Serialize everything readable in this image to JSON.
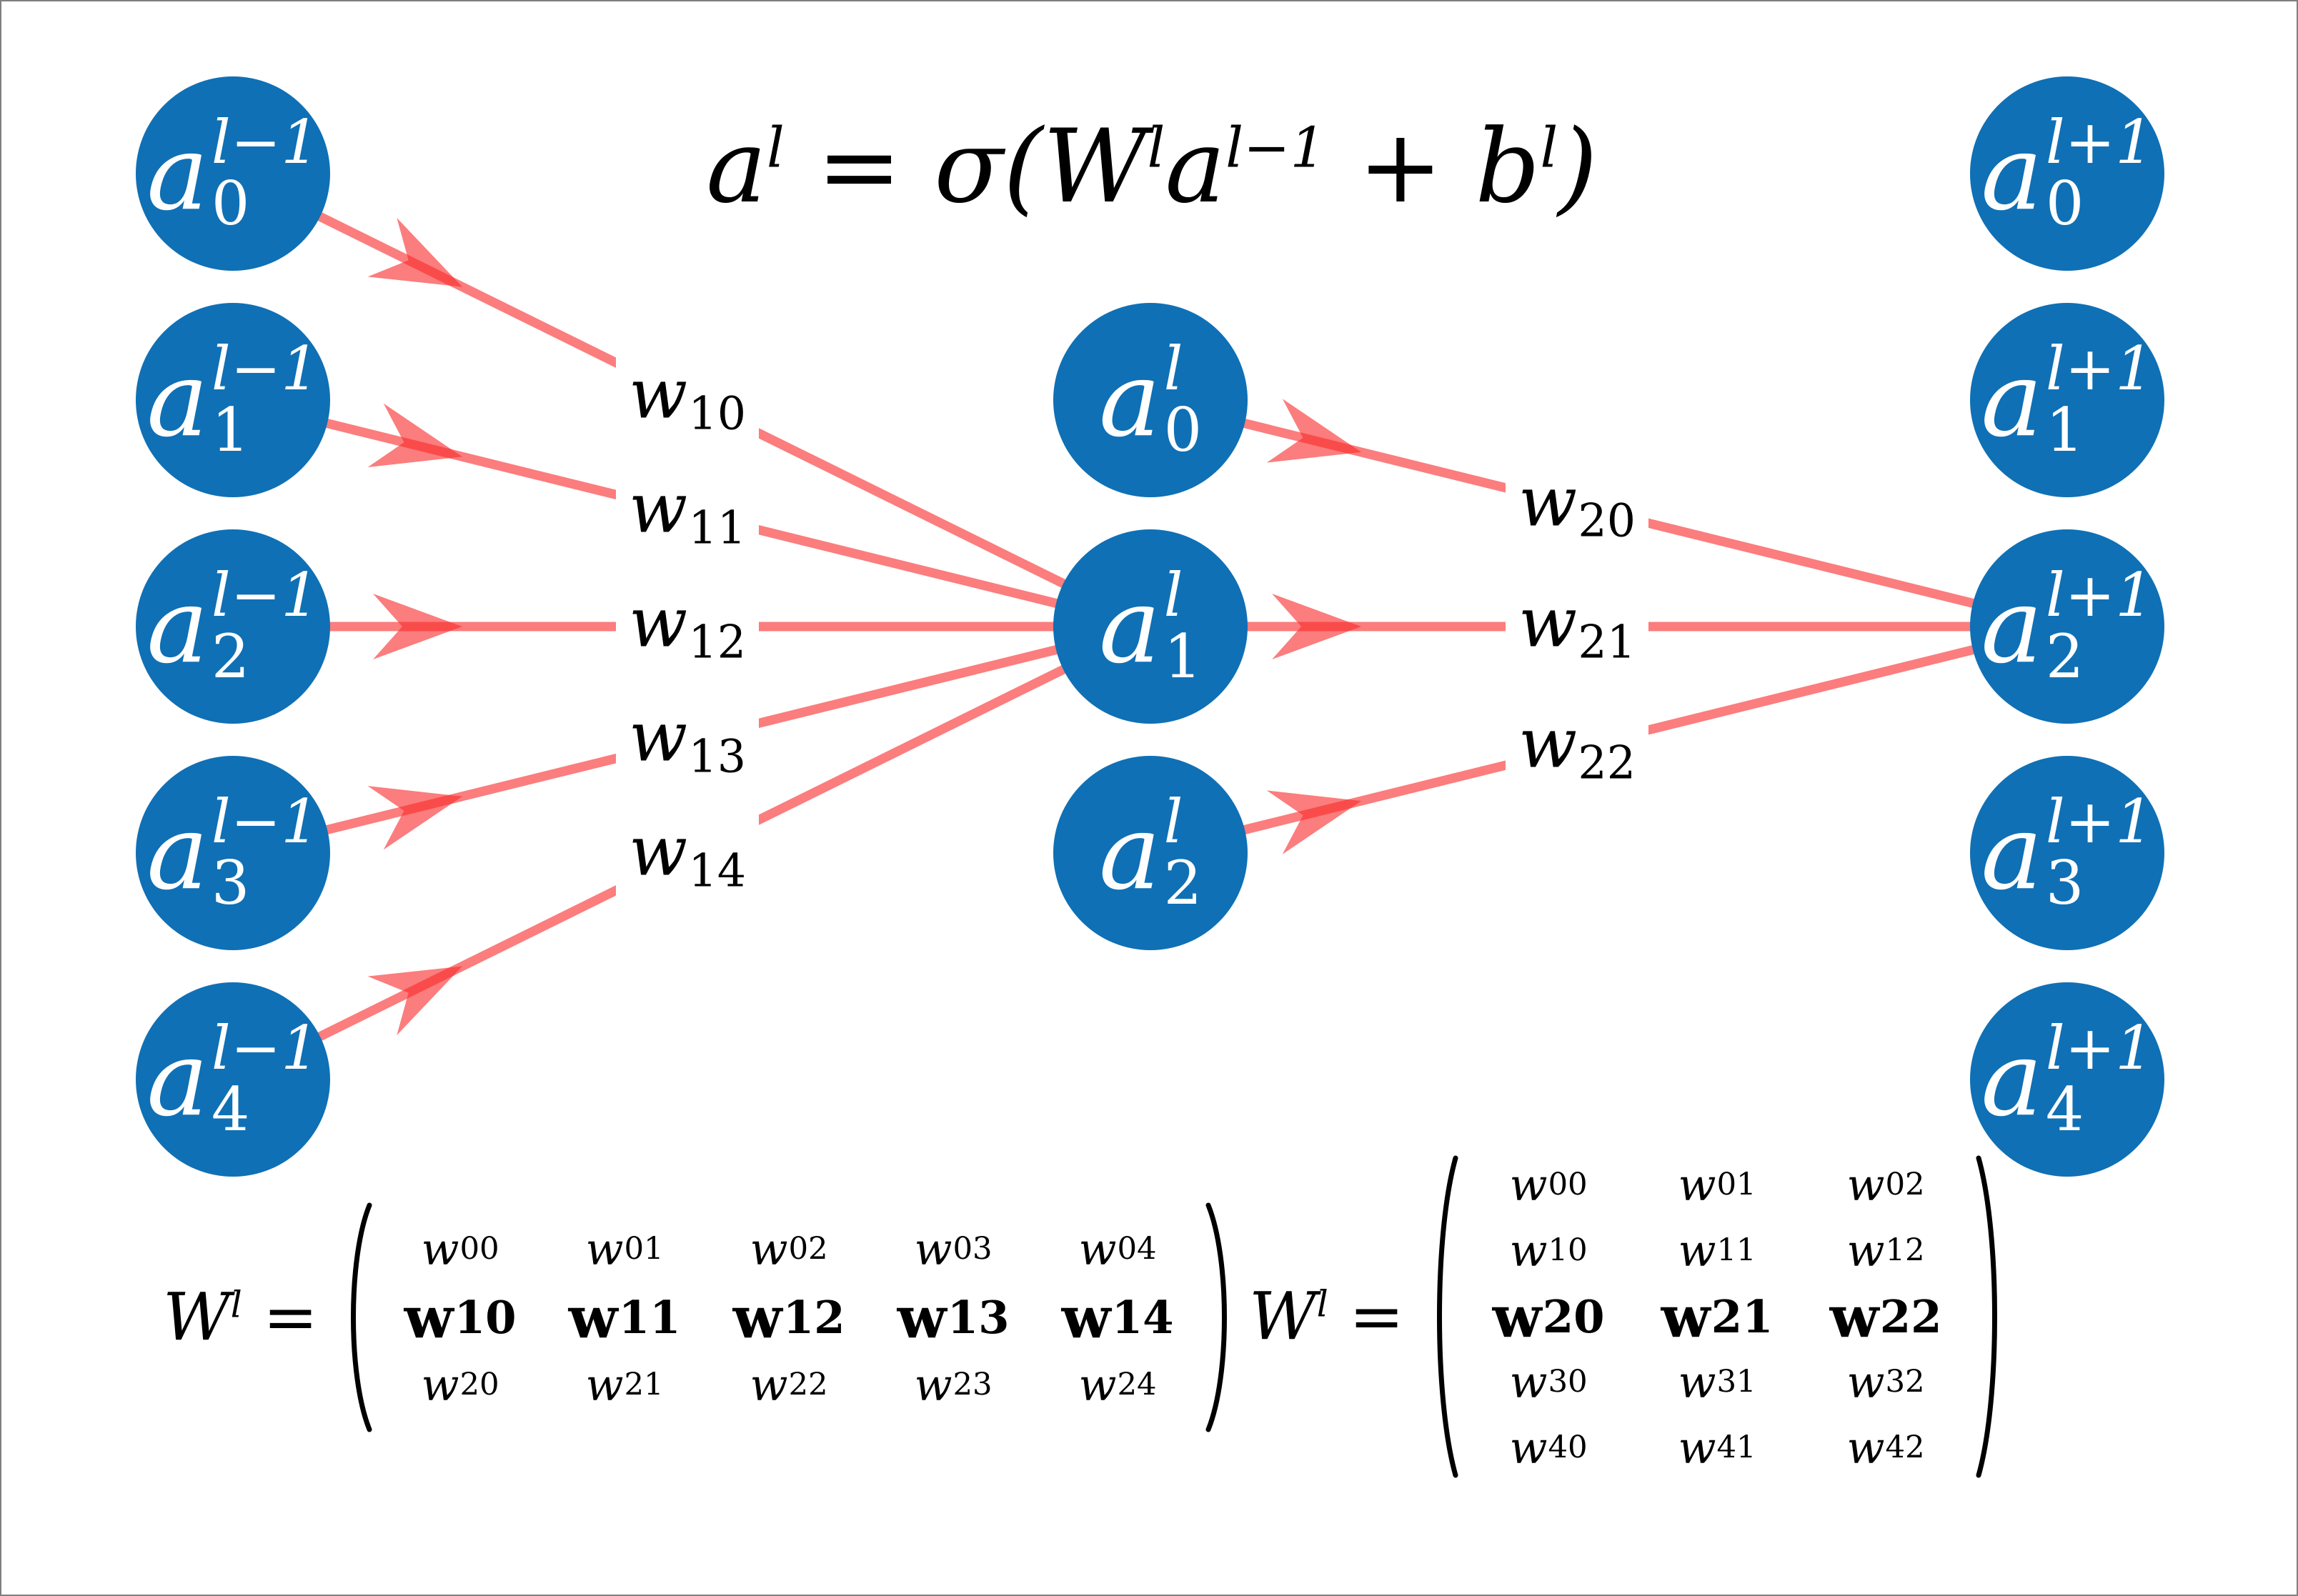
{
  "frame": {
    "border_color": "#7f7f7f",
    "background": "#ffffff"
  },
  "colors": {
    "node_fill": "#0F70B5",
    "node_text": "#ffffff",
    "edge": "rgba(249,45,45,0.62)",
    "text": "#000000"
  },
  "formula": {
    "runs": [
      {
        "t": "a"
      },
      {
        "sup": "l"
      },
      {
        "t": " = σ(W"
      },
      {
        "sup": "l"
      },
      {
        "t": "a"
      },
      {
        "sup": "l−1"
      },
      {
        "t": " + b"
      },
      {
        "sup": "l"
      },
      {
        "t": ")"
      }
    ]
  },
  "network": {
    "layers": [
      {
        "name": "previous-layer",
        "nodes": [
          {
            "base": "a",
            "sup": "l−1",
            "sub": "0"
          },
          {
            "base": "a",
            "sup": "l−1",
            "sub": "1"
          },
          {
            "base": "a",
            "sup": "l−1",
            "sub": "2"
          },
          {
            "base": "a",
            "sup": "l−1",
            "sub": "3"
          },
          {
            "base": "a",
            "sup": "l−1",
            "sub": "4"
          }
        ]
      },
      {
        "name": "current-layer",
        "nodes": [
          {
            "base": "a",
            "sup": "l",
            "sub": "0"
          },
          {
            "base": "a",
            "sup": "l",
            "sub": "1"
          },
          {
            "base": "a",
            "sup": "l",
            "sub": "2"
          }
        ]
      },
      {
        "name": "next-layer",
        "nodes": [
          {
            "base": "a",
            "sup": "l+1",
            "sub": "0"
          },
          {
            "base": "a",
            "sup": "l+1",
            "sub": "1"
          },
          {
            "base": "a",
            "sup": "l+1",
            "sub": "2"
          },
          {
            "base": "a",
            "sup": "l+1",
            "sub": "3"
          },
          {
            "base": "a",
            "sup": "l+1",
            "sub": "4"
          }
        ]
      }
    ],
    "edges": [
      {
        "from": [
          0,
          0
        ],
        "to": [
          1,
          1
        ],
        "label": {
          "base": "w",
          "sub": "10"
        }
      },
      {
        "from": [
          0,
          1
        ],
        "to": [
          1,
          1
        ],
        "label": {
          "base": "w",
          "sub": "11"
        }
      },
      {
        "from": [
          0,
          2
        ],
        "to": [
          1,
          1
        ],
        "label": {
          "base": "w",
          "sub": "12"
        }
      },
      {
        "from": [
          0,
          3
        ],
        "to": [
          1,
          1
        ],
        "label": {
          "base": "w",
          "sub": "13"
        }
      },
      {
        "from": [
          0,
          4
        ],
        "to": [
          1,
          1
        ],
        "label": {
          "base": "w",
          "sub": "14"
        }
      },
      {
        "from": [
          1,
          0
        ],
        "to": [
          2,
          2
        ],
        "label": {
          "base": "w",
          "sub": "20"
        }
      },
      {
        "from": [
          1,
          1
        ],
        "to": [
          2,
          2
        ],
        "label": {
          "base": "w",
          "sub": "21"
        }
      },
      {
        "from": [
          1,
          2
        ],
        "to": [
          2,
          2
        ],
        "label": {
          "base": "w",
          "sub": "22"
        }
      }
    ]
  },
  "matrices": [
    {
      "lhs": [
        {
          "t": "W"
        },
        {
          "sup": "l"
        },
        {
          "t": " ="
        }
      ],
      "cell_base": "w",
      "bold_row": 1,
      "rows": [
        [
          "00",
          "01",
          "02",
          "03",
          "04"
        ],
        [
          "10",
          "11",
          "12",
          "13",
          "14"
        ],
        [
          "20",
          "21",
          "22",
          "23",
          "24"
        ]
      ]
    },
    {
      "lhs": [
        {
          "t": "W"
        },
        {
          "sup": "l"
        },
        {
          "t": " ="
        }
      ],
      "cell_base": "w",
      "bold_row": 2,
      "rows": [
        [
          "00",
          "01",
          "02"
        ],
        [
          "10",
          "11",
          "12"
        ],
        [
          "20",
          "21",
          "22"
        ],
        [
          "30",
          "31",
          "32"
        ],
        [
          "40",
          "41",
          "42"
        ]
      ]
    }
  ]
}
